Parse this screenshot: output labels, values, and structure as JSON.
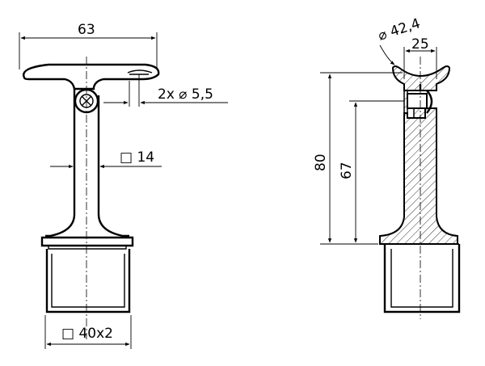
{
  "drawing": {
    "dim_width_top": "63",
    "dim_holes": "2x ⌀ 5,5",
    "dim_square_post": "□ 14",
    "dim_square_base": "□ 40x2",
    "dim_saddle_diameter": "⌀ 42,4",
    "dim_saddle_width": "25",
    "dim_height_total": "80",
    "dim_height_pin": "67"
  }
}
